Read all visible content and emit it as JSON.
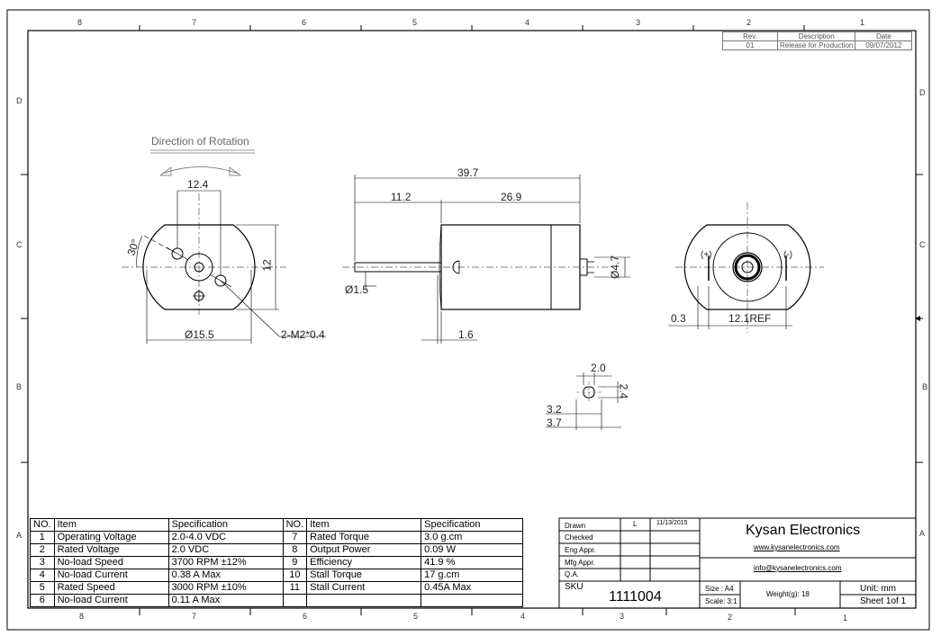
{
  "zones": {
    "top": [
      "8",
      "7",
      "6",
      "5",
      "4",
      "3",
      "2",
      "1"
    ],
    "bottom": [
      "8",
      "7",
      "6",
      "5",
      "4",
      "3",
      "2",
      "1"
    ],
    "left": [
      "D",
      "C",
      "B",
      "A"
    ],
    "right": [
      "D",
      "C",
      "B",
      "A"
    ]
  },
  "revision": {
    "headers": [
      "Rev.",
      "Description",
      "Date"
    ],
    "rows": [
      [
        "01",
        "Release for Production",
        "09/07/2012"
      ]
    ]
  },
  "rotation_label": "Direction of Rotation",
  "dims": {
    "front_12_4": "12.4",
    "front_30": "30°",
    "front_12": "12",
    "front_d15_5": "Ø15.5",
    "front_m2": "2-M2*0.4",
    "side_39_7": "39.7",
    "side_11_2": "11.2",
    "side_26_9": "26.9",
    "side_d1_5": "Ø1.5",
    "side_d4_7": "Ø4.7",
    "side_1_6": "1.6",
    "back_0_3": "0.3",
    "back_12_1": "12.1REF",
    "back_plus": "(+)",
    "back_minus": "(-)",
    "detail_2_0": "2.0",
    "detail_2_4": "2.4",
    "detail_3_2": "3.2",
    "detail_3_7": "3.7"
  },
  "spec_table": {
    "headers": [
      "NO.",
      "Item",
      "Specification",
      "NO.",
      "Item",
      "Specification"
    ],
    "rows": [
      [
        "1",
        "Operating Voltage",
        "2.0-4.0 VDC",
        "7",
        "Rated Torque",
        "3.0 g.cm"
      ],
      [
        "2",
        "Rated Voltage",
        "2.0 VDC",
        "8",
        "Output Power",
        "0.09 W"
      ],
      [
        "3",
        "No-load Speed",
        "3700 RPM ±12%",
        "9",
        "Efficiency",
        "41.9 %"
      ],
      [
        "4",
        "No-load Current",
        "0.38 A Max",
        "10",
        "Stall Torque",
        "17 g.cm"
      ],
      [
        "5",
        "Rated Speed",
        "3000 RPM ±10%",
        "11",
        "Stall Current",
        "0.45A Max"
      ],
      [
        "6",
        "No-load Current",
        "0.11 A Max",
        "",
        "",
        " "
      ]
    ]
  },
  "title_block": {
    "drawn_label": "Drawn",
    "drawn_by": "L",
    "drawn_date": "11/13/2015",
    "checked_label": "Checked",
    "eng_label": "Eng Appr.",
    "mfg_label": "Mfg Appr.",
    "qa_label": "Q.A.",
    "sku_label": "SKU",
    "sku": "1111004",
    "company": "Kysan Electronics",
    "website": "www.kysanelectronics.com",
    "email": "info@kysanelectronics.com",
    "size": "Size : A4",
    "scale": "Scale: 3:1",
    "weight": "Weight(g): 18",
    "unit": "Unit: mm",
    "sheet": "Sheet 1of 1"
  }
}
